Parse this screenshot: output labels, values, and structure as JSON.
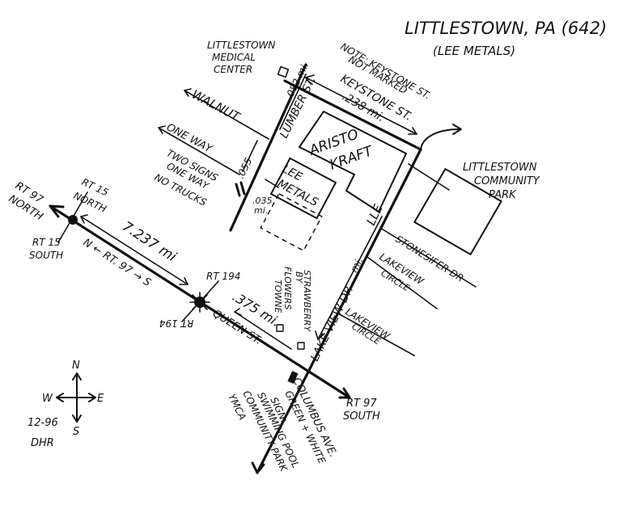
{
  "title": "LITTLESTOWN, PA (642)",
  "subtitle": "(LEE METALS)",
  "note": [
    "NOTE: KEYSTONE ST.",
    "NOT MARKED"
  ],
  "keystone": {
    "name": "KEYSTONE ST.",
    "distance": ".238 mi."
  },
  "medical_center": [
    "LITTLESTOWN",
    "MEDICAL",
    "CENTER"
  ],
  "lumber": {
    "name": "LUMBER ST.",
    "distance": ".082 mi."
  },
  "walnut": "WALNUT",
  "one_way": "ONE WAY",
  "two_signs": [
    "TWO SIGNS",
    "ONE WAY",
    "NO TRUCKS"
  ],
  "dist_055": ".055",
  "dist_035": [
    ".035",
    "mi."
  ],
  "aristo": [
    "ARISTO",
    "KRAFT"
  ],
  "lee_metals": [
    "LEE",
    "METALS"
  ],
  "park": [
    "LITTLESTOWN",
    "COMMUNITY",
    "PARK"
  ],
  "rt97_north": [
    "RT 97",
    "NORTH"
  ],
  "rt15_north": [
    "RT 15",
    "NORTH"
  ],
  "rt15_south": [
    "RT 15",
    "SOUTH"
  ],
  "rt97_dist": "7.237 mi",
  "rt97_road": "N  ←  RT. 97  →  S",
  "rt194_a": "RT 194",
  "rt194_b": "RT 194",
  "queen": {
    "name": "QUEEN ST.",
    "distance": ".375 mi."
  },
  "lle": "LLE",
  "mi_small": "mi.",
  "lake_view": "LAKE VIEW DR",
  "flowers": [
    "FLOWERS",
    "BY",
    "STRAWBERRY",
    "TOWNE"
  ],
  "stonesifer": "STONESIFER DR",
  "lakeview1": [
    "LAKEVIEW",
    "CIRCLE"
  ],
  "lakeview2": [
    "LAKEVIEW",
    "CIRCLE"
  ],
  "rt97_south": [
    "RT 97",
    "SOUTH"
  ],
  "columbus": "COLUMBUS AVE.",
  "green_sign": [
    "GREEN + WHITE",
    "SIGN:",
    "SWIMMING POOL",
    "COMMUNITY PARK",
    "YMCA"
  ],
  "compass": {
    "n": "N",
    "s": "S",
    "e": "E",
    "w": "W"
  },
  "signature": [
    "12-96",
    "DHR"
  ]
}
